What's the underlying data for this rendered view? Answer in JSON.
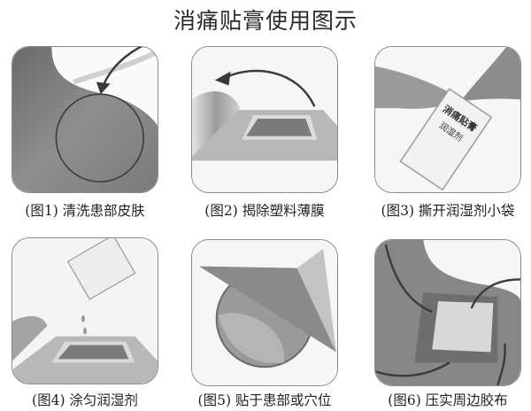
{
  "title": "消痛贴膏使用图示",
  "colors": {
    "skin": "#8e8e8e",
    "skin_dark": "#6f6f6f",
    "arrow": "#3a3a3a",
    "border": "#8a8a8a",
    "background": "#ffffff"
  },
  "steps": [
    {
      "number": 1,
      "label": "(图1) 清洗患部皮肤",
      "illustration": "shoulder-with-circle-arrow"
    },
    {
      "number": 2,
      "label": "(图2) 揭除塑料薄膜",
      "illustration": "peel-film-arrow"
    },
    {
      "number": 3,
      "label": "(图3) 撕开润湿剂小袋",
      "illustration": "hands-tearing-sachet",
      "sachet_text": [
        "消痛贴膏",
        "润湿剂"
      ]
    },
    {
      "number": 4,
      "label": "(图4) 涂匀润湿剂",
      "illustration": "pour-sachet-drops"
    },
    {
      "number": 5,
      "label": "(图5) 贴于患部或穴位",
      "illustration": "patch-over-circle"
    },
    {
      "number": 6,
      "label": "(图6) 压实周边胶布",
      "illustration": "press-patch-arrows"
    }
  ]
}
